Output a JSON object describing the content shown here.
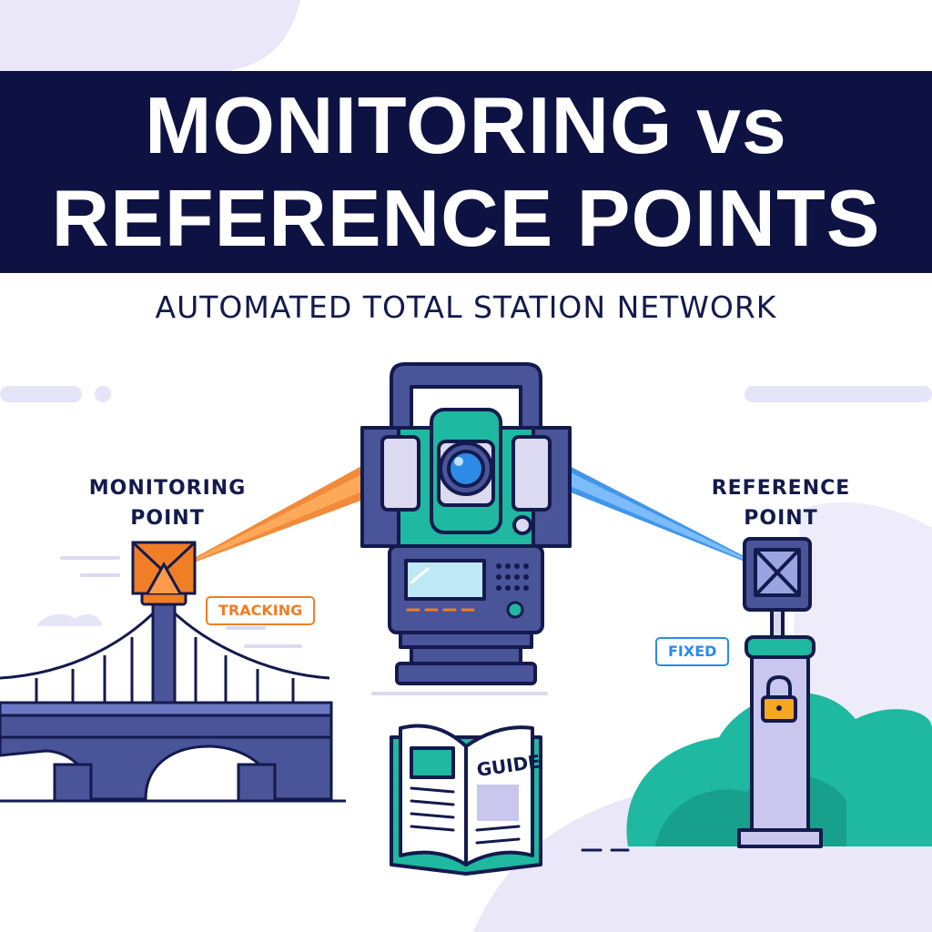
{
  "title": {
    "line1": "MONITORING vs",
    "line2": "REFERENCE POINTS"
  },
  "subtitle": "AUTOMATED TOTAL STATION NETWORK",
  "monitoring_point": {
    "label_line1": "MONITORING",
    "label_line2": "POINT",
    "tag": "TRACKING"
  },
  "reference_point": {
    "label_line1": "REFERENCE",
    "label_line2": "POINT",
    "tag": "FIXED"
  },
  "guide": {
    "label": "GUIDE"
  },
  "colors": {
    "navy": "#0d1243",
    "teal": "#1fb8a0",
    "orange": "#f07e26",
    "blue": "#2b8be6",
    "lavender": "#e6e4f7"
  },
  "icons": [
    "total-station-icon",
    "prism-target-icon",
    "padlock-icon",
    "guide-book-icon",
    "suspension-bridge-icon"
  ]
}
